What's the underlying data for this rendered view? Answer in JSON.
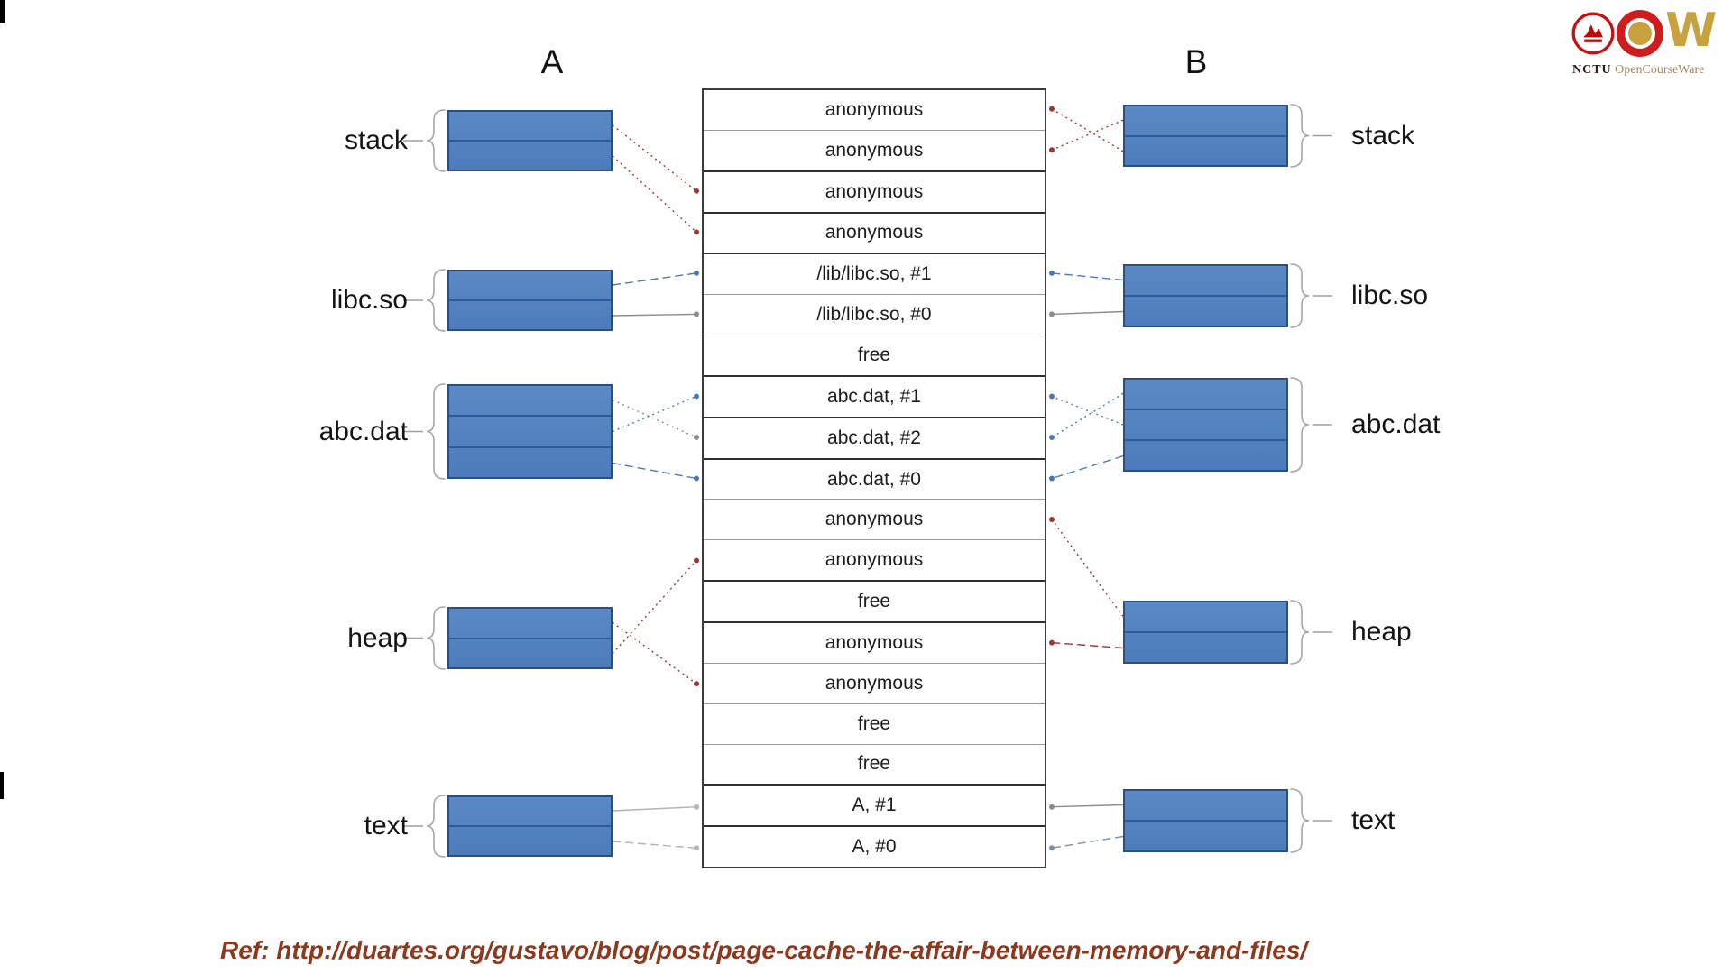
{
  "slide": {
    "process_a_title": "A",
    "process_b_title": "B"
  },
  "memory_rows": [
    "anonymous",
    "anonymous",
    "anonymous",
    "anonymous",
    "/lib/libc.so, #1",
    "/lib/libc.so, #0",
    "free",
    "abc.dat, #1",
    "abc.dat, #2",
    "abc.dat, #0",
    "anonymous",
    "anonymous",
    "free",
    "anonymous",
    "anonymous",
    "free",
    "free",
    "A, #1",
    "A, #0"
  ],
  "regions": [
    {
      "id": "stack",
      "label": "stack"
    },
    {
      "id": "libc",
      "label": "libc.so"
    },
    {
      "id": "abc",
      "label": "abc.dat"
    },
    {
      "id": "heap",
      "label": "heap"
    },
    {
      "id": "text",
      "label": "text"
    }
  ],
  "connections": [
    {
      "process": "a",
      "region": "stack",
      "slot": 0,
      "row": 3,
      "color": "red",
      "style": "dotted"
    },
    {
      "process": "a",
      "region": "stack",
      "slot": 1,
      "row": 4,
      "color": "red",
      "style": "dotted"
    },
    {
      "process": "a",
      "region": "libc",
      "slot": 0,
      "row": 5,
      "color": "blue",
      "style": "dashed"
    },
    {
      "process": "a",
      "region": "libc",
      "slot": 1,
      "row": 6,
      "color": "gray",
      "style": "solid"
    },
    {
      "process": "a",
      "region": "abc",
      "slot": 0,
      "row": 9,
      "color": "gray",
      "style": "dotted"
    },
    {
      "process": "a",
      "region": "abc",
      "slot": 1,
      "row": 8,
      "color": "blue",
      "style": "dotted"
    },
    {
      "process": "a",
      "region": "abc",
      "slot": 2,
      "row": 10,
      "color": "blue",
      "style": "dashed"
    },
    {
      "process": "a",
      "region": "heap",
      "slot": 0,
      "row": 15,
      "color": "red",
      "style": "dotted"
    },
    {
      "process": "a",
      "region": "heap",
      "slot": 1,
      "row": 12,
      "color": "red",
      "style": "dotted"
    },
    {
      "process": "a",
      "region": "text",
      "slot": 0,
      "row": 18,
      "color": "lightgray",
      "style": "solid"
    },
    {
      "process": "a",
      "region": "text",
      "slot": 1,
      "row": 19,
      "color": "lightgray",
      "style": "dashed"
    },
    {
      "process": "b",
      "region": "stack",
      "slot": 0,
      "row": 2,
      "color": "red",
      "style": "dotted"
    },
    {
      "process": "b",
      "region": "stack",
      "slot": 1,
      "row": 1,
      "color": "red",
      "style": "dotted"
    },
    {
      "process": "b",
      "region": "libc",
      "slot": 0,
      "row": 5,
      "color": "blue",
      "style": "dashed"
    },
    {
      "process": "b",
      "region": "libc",
      "slot": 1,
      "row": 6,
      "color": "gray",
      "style": "solid"
    },
    {
      "process": "b",
      "region": "abc",
      "slot": 0,
      "row": 9,
      "color": "blue",
      "style": "dotted"
    },
    {
      "process": "b",
      "region": "abc",
      "slot": 1,
      "row": 8,
      "color": "blue",
      "style": "dotted"
    },
    {
      "process": "b",
      "region": "abc",
      "slot": 2,
      "row": 10,
      "color": "blue",
      "style": "dashed"
    },
    {
      "process": "b",
      "region": "heap",
      "slot": 0,
      "row": 11,
      "color": "red",
      "style": "dotted"
    },
    {
      "process": "b",
      "region": "heap",
      "slot": 1,
      "row": 14,
      "color": "red",
      "style": "dashed"
    },
    {
      "process": "b",
      "region": "text",
      "slot": 0,
      "row": 18,
      "color": "gray",
      "style": "solid"
    },
    {
      "process": "b",
      "region": "text",
      "slot": 1,
      "row": 19,
      "color": "bluegray",
      "style": "dashed"
    }
  ],
  "colors": {
    "box_fill": "#4C7CBB",
    "box_border": "#2B4F7E",
    "box_divider": "#2E5A9C",
    "arrow_red": "#9A3734",
    "arrow_blue": "#4A7AB5",
    "arrow_gray": "#8C8C8C",
    "arrow_lightgray": "#B3B3B3",
    "arrow_bluegray": "#7D8FA8",
    "ref_text": "#8B3A1F",
    "logo_red": "#CF1D1D",
    "logo_gold": "#C8A23E"
  },
  "footer": {
    "ref": "Ref: http://duartes.org/gustavo/blog/post/page-cache-the-affair-between-memory-and-files/"
  },
  "logo": {
    "nctu": "NCTU",
    "ocw": "OpenCourseWare",
    "w": "W"
  }
}
